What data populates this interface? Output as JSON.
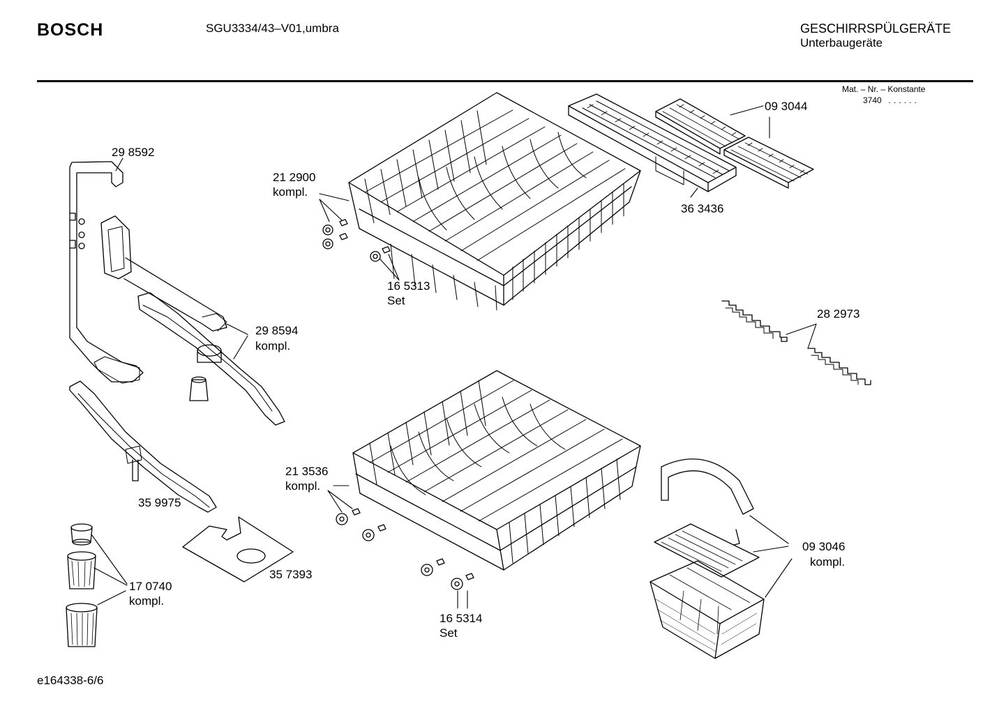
{
  "header": {
    "brand": "BOSCH",
    "model": "SGU3334/43–V01,umbra",
    "category_line1": "GESCHIRRSPÜLGERÄTE",
    "category_line2": "Unterbaugeräte"
  },
  "mat_info": {
    "label": "Mat. – Nr. – Konstante",
    "number": "3740",
    "dots": "......"
  },
  "parts": {
    "p298592": "29 8592",
    "p212900": "21 2900",
    "p212900_note": "kompl.",
    "p165313": "16 5313",
    "p165313_note": "Set",
    "p093044": "09 3044",
    "p363436": "36 3436",
    "p298594": "29 8594",
    "p298594_note": "kompl.",
    "p282973": "28 2973",
    "p359975": "35 9975",
    "p213536": "21 3536",
    "p213536_note": "kompl.",
    "p093046": "09 3046",
    "p093046_note": "kompl.",
    "p357393": "35 7393",
    "p170740": "17 0740",
    "p170740_note": "kompl.",
    "p165314": "16 5314",
    "p165314_note": "Set"
  },
  "footer": {
    "doc_id": "e164338-6/6"
  }
}
